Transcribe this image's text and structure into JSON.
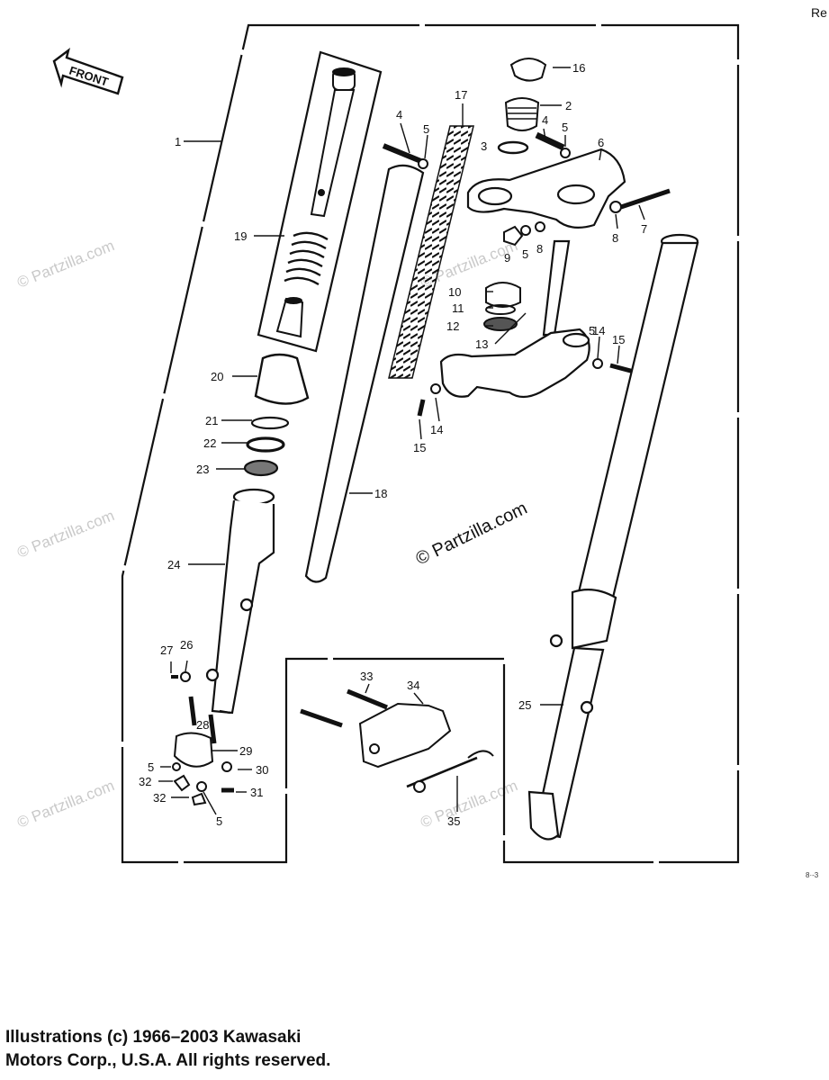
{
  "front_label": "FRONT",
  "corner_text": "Re",
  "figure_code": "8·-3",
  "watermarks": {
    "main": "© Partzilla.com",
    "faint": "© Partzilla.com"
  },
  "callouts": [
    "1",
    "2",
    "3",
    "4",
    "4",
    "5",
    "5",
    "5",
    "5",
    "5",
    "5",
    "6",
    "7",
    "8",
    "8",
    "9",
    "10",
    "11",
    "12",
    "13",
    "14",
    "14",
    "15",
    "15",
    "16",
    "17",
    "18",
    "19",
    "20",
    "21",
    "22",
    "23",
    "24",
    "25",
    "26",
    "27",
    "28",
    "29",
    "30",
    "31",
    "32",
    "32",
    "33",
    "34",
    "35"
  ],
  "copyright": {
    "line1": "Illustrations (c) 1966–2003 Kawasaki",
    "line2": "Motors Corp., U.S.A.  All rights reserved."
  }
}
